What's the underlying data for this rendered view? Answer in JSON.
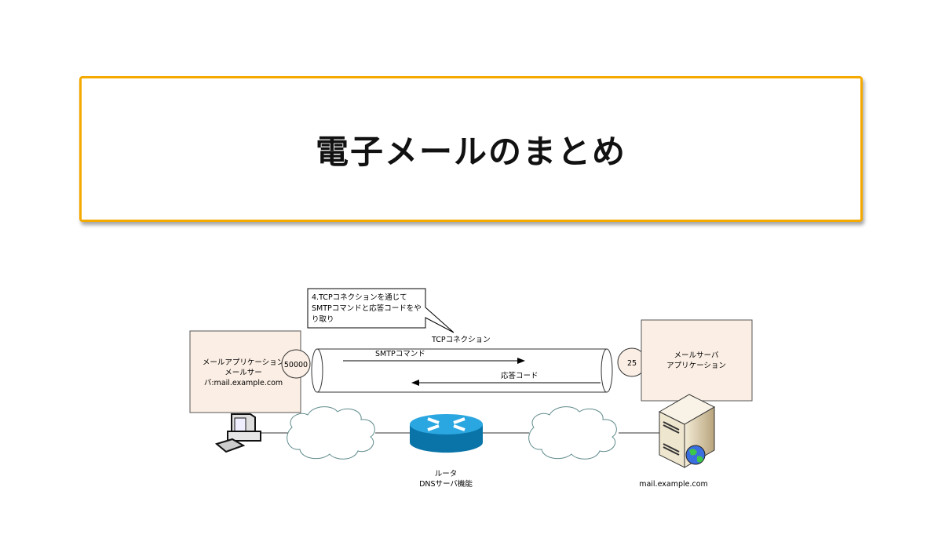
{
  "title": "電子メールのまとめ",
  "colors": {
    "title_border": "#F5AA00",
    "box_fill": "#FBEEE4",
    "router": "#1A8FC8",
    "cloud_stroke": "#5F8A8B"
  },
  "diagram": {
    "callout": {
      "lines": [
        "4.TCPコネクションを通じて",
        "SMTPコマンドと応答コードをや",
        "り取り"
      ]
    },
    "tcp_label": "TCPコネクション",
    "client_box": {
      "lines": [
        "メールアプリケーション",
        "メールサー",
        "バ:mail.example.com"
      ]
    },
    "client_port": "50000",
    "server_port": "25",
    "server_box": {
      "lines": [
        "メールサーバ",
        "アプリケーション"
      ]
    },
    "smtp_label": "SMTPコマンド",
    "response_label": "応答コード",
    "router": {
      "lines": [
        "ルータ",
        "DNSサーバ機能"
      ],
      "icon": "router-icon"
    },
    "server_label": "mail.example.com",
    "icons": [
      "computer-icon",
      "cloud-icon",
      "router-icon",
      "server-icon",
      "globe-icon"
    ]
  }
}
